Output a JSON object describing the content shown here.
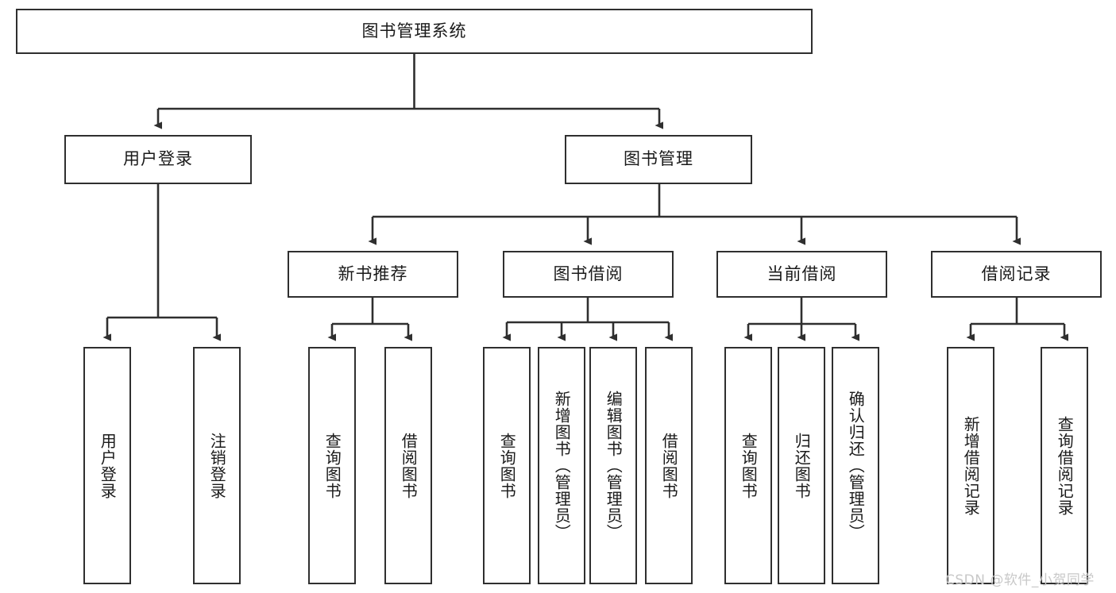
{
  "diagram": {
    "title": "图书管理系统",
    "type": "tree",
    "orientation": "top-down",
    "colors": {
      "node_border": "#2f2f2f",
      "node_fill": "#ffffff",
      "edge": "#2f2f2f",
      "text": "#1a1a1a",
      "watermark": "#c8c8c8",
      "background": "#ffffff"
    },
    "root": {
      "label": "图书管理系统"
    },
    "level2": [
      {
        "label": "用户登录"
      },
      {
        "label": "图书管理"
      }
    ],
    "level3": [
      {
        "label": "新书推荐"
      },
      {
        "label": "图书借阅"
      },
      {
        "label": "当前借阅"
      },
      {
        "label": "借阅记录"
      }
    ],
    "leaves": {
      "user_login": [
        {
          "label": "用户登录"
        },
        {
          "label": "注销登录"
        }
      ],
      "new_book": [
        {
          "label": "查询图书"
        },
        {
          "label": "借阅图书"
        }
      ],
      "book_borrow": [
        {
          "label": "查询图书"
        },
        {
          "label": "新增图书（管理员）"
        },
        {
          "label": "编辑图书（管理员）"
        },
        {
          "label": "借阅图书"
        }
      ],
      "current_borrow": [
        {
          "label": "查询图书"
        },
        {
          "label": "归还图书"
        },
        {
          "label": "确认归还（管理员）"
        }
      ],
      "borrow_record": [
        {
          "label": "新增借阅记录"
        },
        {
          "label": "查询借阅记录"
        }
      ]
    },
    "watermark": "CSDN @软件_小贺同学"
  }
}
